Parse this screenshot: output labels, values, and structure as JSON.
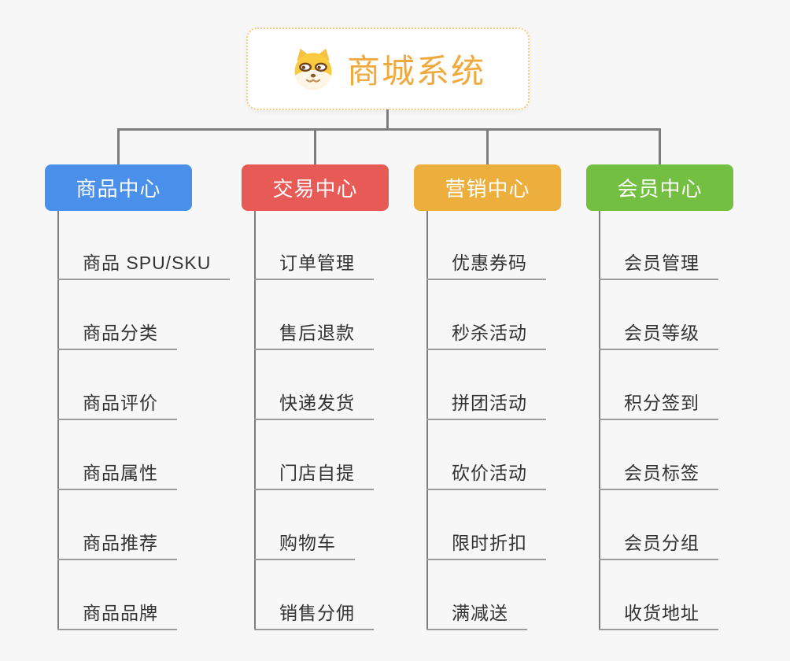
{
  "root": {
    "title": "商城系统",
    "icon": "dog-face-icon",
    "title_color": "#f0a93c",
    "border_color": "#f6c97f"
  },
  "connector_color": "#7d7d7d",
  "background_color": "#f7f7f7",
  "branches": [
    {
      "label": "商品中心",
      "color": "#4a8fea",
      "items": [
        "商品 SPU/SKU",
        "商品分类",
        "商品评价",
        "商品属性",
        "商品推荐",
        "商品品牌"
      ]
    },
    {
      "label": "交易中心",
      "color": "#e75a55",
      "items": [
        "订单管理",
        "售后退款",
        "快递发货",
        "门店自提",
        "购物车",
        "销售分佣"
      ]
    },
    {
      "label": "营销中心",
      "color": "#ecaf3e",
      "items": [
        "优惠券码",
        "秒杀活动",
        "拼团活动",
        "砍价活动",
        "限时折扣",
        "满减送"
      ]
    },
    {
      "label": "会员中心",
      "color": "#73bf41",
      "items": [
        "会员管理",
        "会员等级",
        "积分签到",
        "会员标签",
        "会员分组",
        "收货地址"
      ]
    }
  ]
}
